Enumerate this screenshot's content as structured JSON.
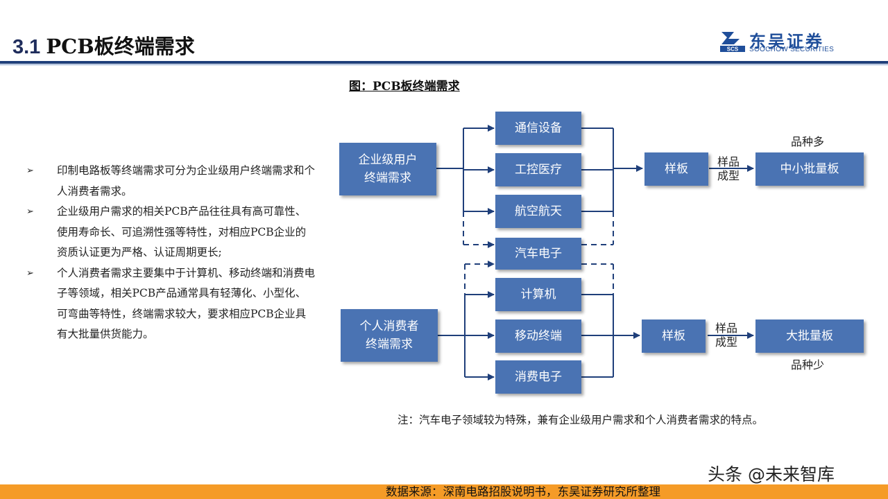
{
  "header": {
    "section_number": "3.1",
    "section_title": "PCB板终端需求",
    "logo_cn": "东吴证券",
    "logo_en": "SOOCHOW SECURITIES",
    "logo_mark_text": "SCS"
  },
  "figure": {
    "caption": "图：PCB板终端需求",
    "enterprise_source": [
      "企业级用户",
      "终端需求"
    ],
    "consumer_source": [
      "个人消费者",
      "终端需求"
    ],
    "categories": [
      "通信设备",
      "工控医疗",
      "航空航天",
      "汽车电子",
      "计算机",
      "移动终端",
      "消费电子"
    ],
    "upper_sample": "样板",
    "lower_sample": "样板",
    "upper_transition": [
      "样品",
      "成型"
    ],
    "lower_transition": [
      "样品",
      "成型"
    ],
    "upper_result": "中小批量板",
    "lower_result": "大批量板",
    "upper_variety": "品种多",
    "lower_variety": "品种少",
    "note": "注：汽车电子领域较为特殊，兼有企业级用户需求和个人消费者需求的特点。"
  },
  "bullets": [
    "印制电路板等终端需求可分为企业级用户终端需求和个人消费者需求。",
    "企业级用户需求的相关PCB产品往往具有高可靠性、使用寿命长、可追溯性强等特性，对相应PCB企业的资质认证更为严格、认证周期更长;",
    "个人消费者需求主要集中于计算机、移动终端和消费电子等领域，相关PCB产品通常具有轻薄化、小型化、可弯曲等特性，终端需求较大，要求相应PCB企业具有大批量供货能力。"
  ],
  "bullet_marker": "➢",
  "footer": {
    "source": "数据来源：深南电路招股说明书，东吴证券研究所整理"
  },
  "watermark": "头条 @未来智库",
  "colors": {
    "box_fill": "#4a73b3",
    "rule": "#1f3f7a",
    "footer_bar": "#f59b27",
    "logo": "#1f4e9a"
  }
}
